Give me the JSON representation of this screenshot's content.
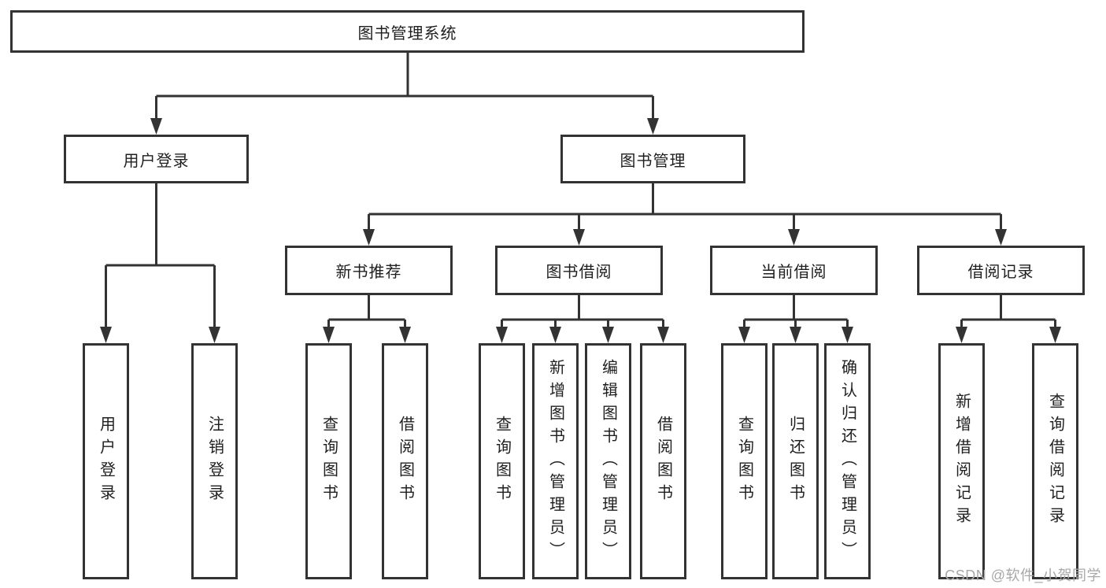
{
  "page": {
    "background": "#ffffff",
    "line_color": "#333333",
    "text_color": "#1f1f1f",
    "watermark_color": "#a8a8a8"
  },
  "nodes": {
    "root": "图书管理系统",
    "level2": [
      "用户登录",
      "图书管理"
    ],
    "level3": [
      "新书推荐",
      "图书借阅",
      "当前借阅",
      "借阅记录"
    ],
    "leaves": [
      "用户登录",
      "注销登录",
      "查询图书",
      "借阅图书",
      "查询图书",
      "新增图书（管理员）",
      "编辑图书（管理员）",
      "借阅图书",
      "查询图书",
      "归还图书",
      "确认归还（管理员）",
      "新增借阅记录",
      "查询借阅记录"
    ]
  },
  "watermark": "CSDN @软件_小贺同学"
}
